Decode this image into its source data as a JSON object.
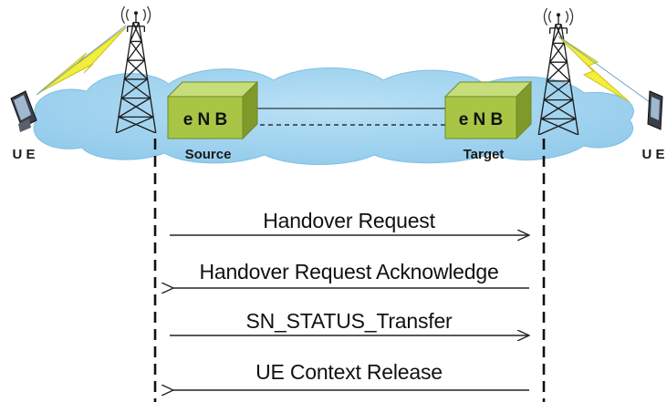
{
  "nodes": {
    "ue_left": {
      "label": "U E"
    },
    "ue_right": {
      "label": "U E"
    },
    "enb_source": {
      "label": "e N B",
      "role": "Source"
    },
    "enb_target": {
      "label": "e N B",
      "role": "Target"
    }
  },
  "messages": [
    {
      "text": "Handover Request",
      "direction": "right"
    },
    {
      "text": "Handover Request Acknowledge",
      "direction": "left"
    },
    {
      "text": "SN_STATUS_Transfer",
      "direction": "right"
    },
    {
      "text": "UE Context Release",
      "direction": "left"
    }
  ],
  "colors": {
    "cloud": "#9ed2ee",
    "cloud_edge": "#7fbfe3",
    "enb_front": "#a8c545",
    "enb_top": "#c7dc7b",
    "enb_side": "#7f9a2a",
    "lightning": "#f2ee3a",
    "tower": "#222222"
  },
  "icons": {
    "antenna": "antenna-tower-icon",
    "phone": "mobile-phone-icon",
    "signal": "lightning-bolt-icon"
  }
}
